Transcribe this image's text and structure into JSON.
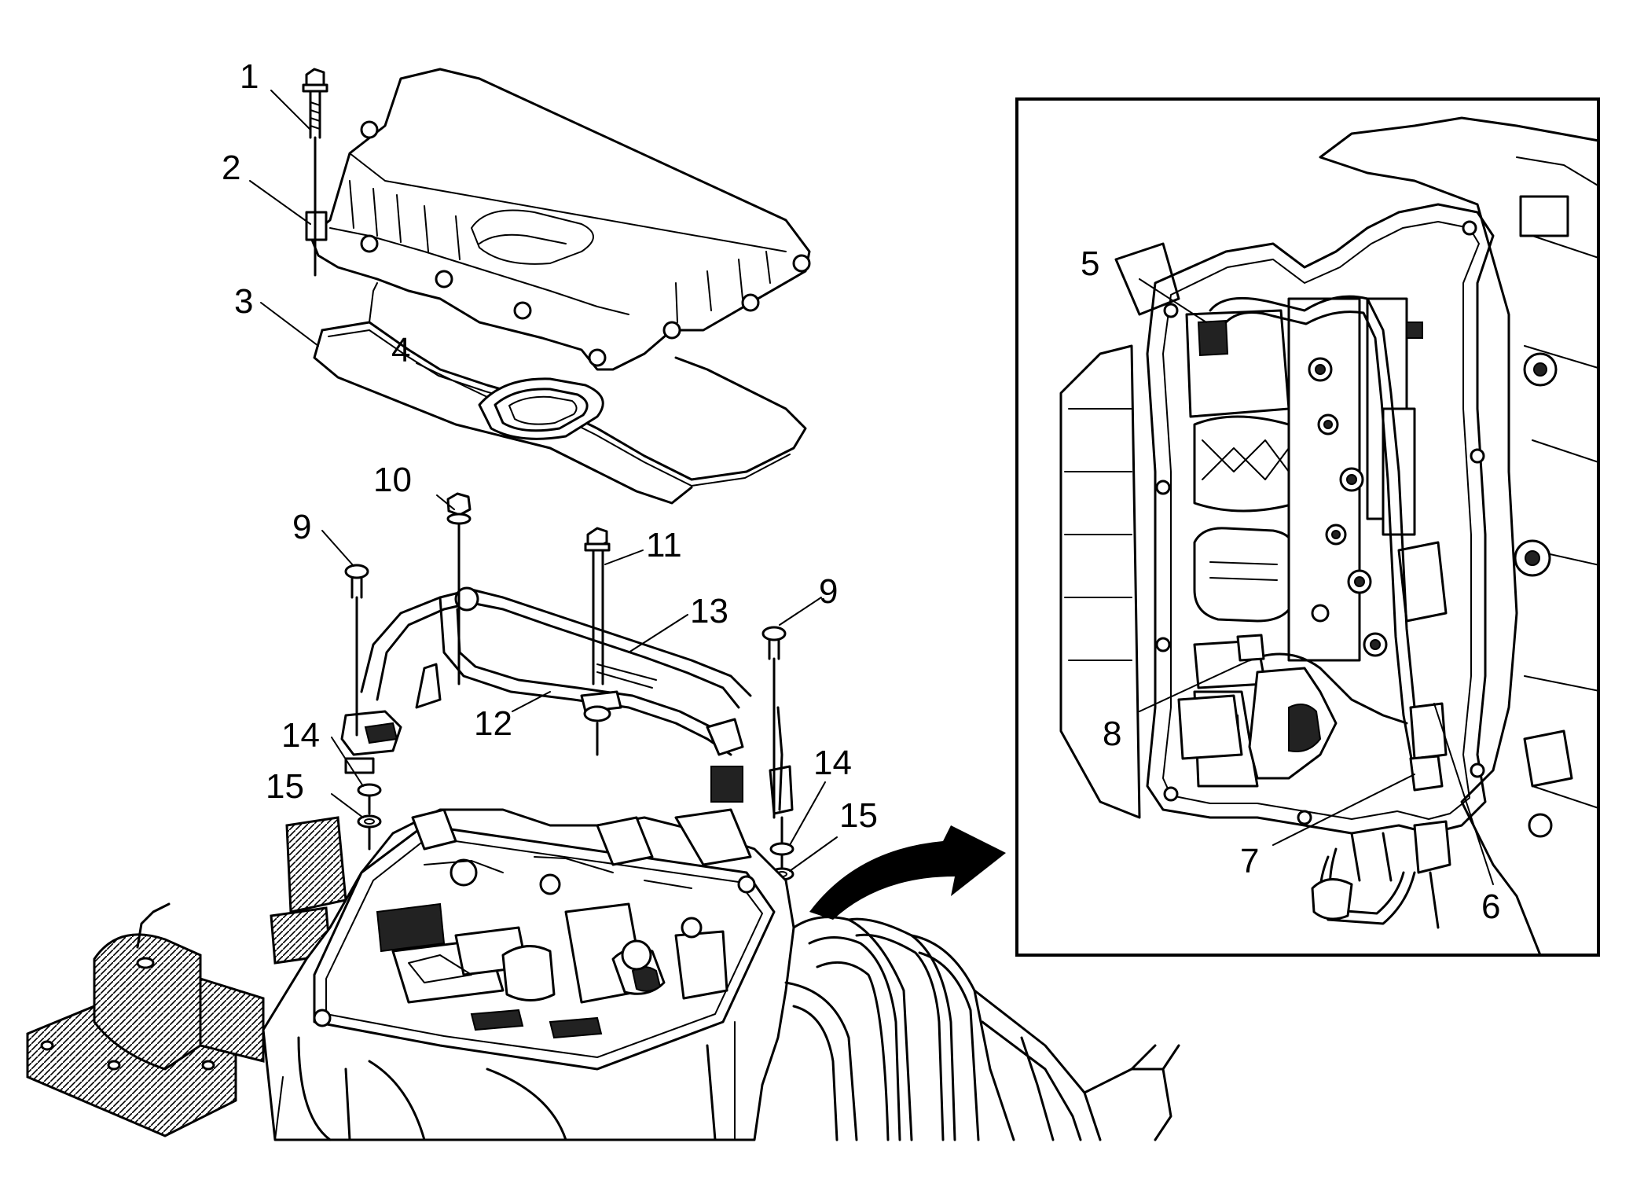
{
  "callouts": [
    {
      "id": "c1",
      "label": "1"
    },
    {
      "id": "c2",
      "label": "2"
    },
    {
      "id": "c3",
      "label": "3"
    },
    {
      "id": "c4",
      "label": "4"
    },
    {
      "id": "c5",
      "label": "5"
    },
    {
      "id": "c6",
      "label": "6"
    },
    {
      "id": "c7",
      "label": "7"
    },
    {
      "id": "c8",
      "label": "8"
    },
    {
      "id": "c9a",
      "label": "9"
    },
    {
      "id": "c9b",
      "label": "9"
    },
    {
      "id": "c10",
      "label": "10"
    },
    {
      "id": "c11",
      "label": "11"
    },
    {
      "id": "c12",
      "label": "12"
    },
    {
      "id": "c13",
      "label": "13"
    },
    {
      "id": "c14a",
      "label": "14"
    },
    {
      "id": "c14b",
      "label": "14"
    },
    {
      "id": "c15a",
      "label": "15"
    },
    {
      "id": "c15b",
      "label": "15"
    }
  ],
  "colors": {
    "line": "#000000",
    "background": "#ffffff",
    "fill_dark": "#222222",
    "fill_gray": "#bbbbbb"
  }
}
